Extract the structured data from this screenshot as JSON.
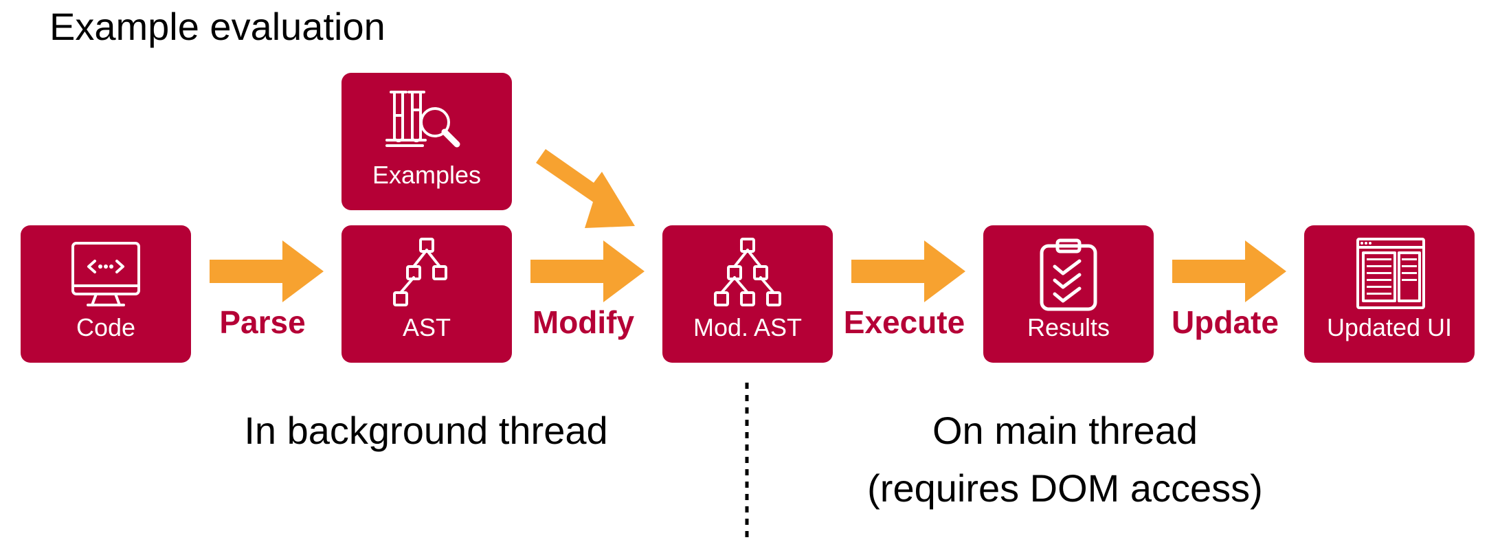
{
  "title": "Example evaluation",
  "boxes": {
    "code": "Code",
    "ast": "AST",
    "examples": "Examples",
    "mod_ast": "Mod. AST",
    "results": "Results",
    "updated_ui": "Updated UI"
  },
  "arrows": {
    "parse": "Parse",
    "modify": "Modify",
    "execute": "Execute",
    "update": "Update"
  },
  "notes": {
    "background": "In background thread",
    "main_line1": "On main thread",
    "main_line2": "(requires DOM access)"
  },
  "colors": {
    "box": "#b50036",
    "arrow": "#f7a230",
    "label": "#b50036"
  }
}
